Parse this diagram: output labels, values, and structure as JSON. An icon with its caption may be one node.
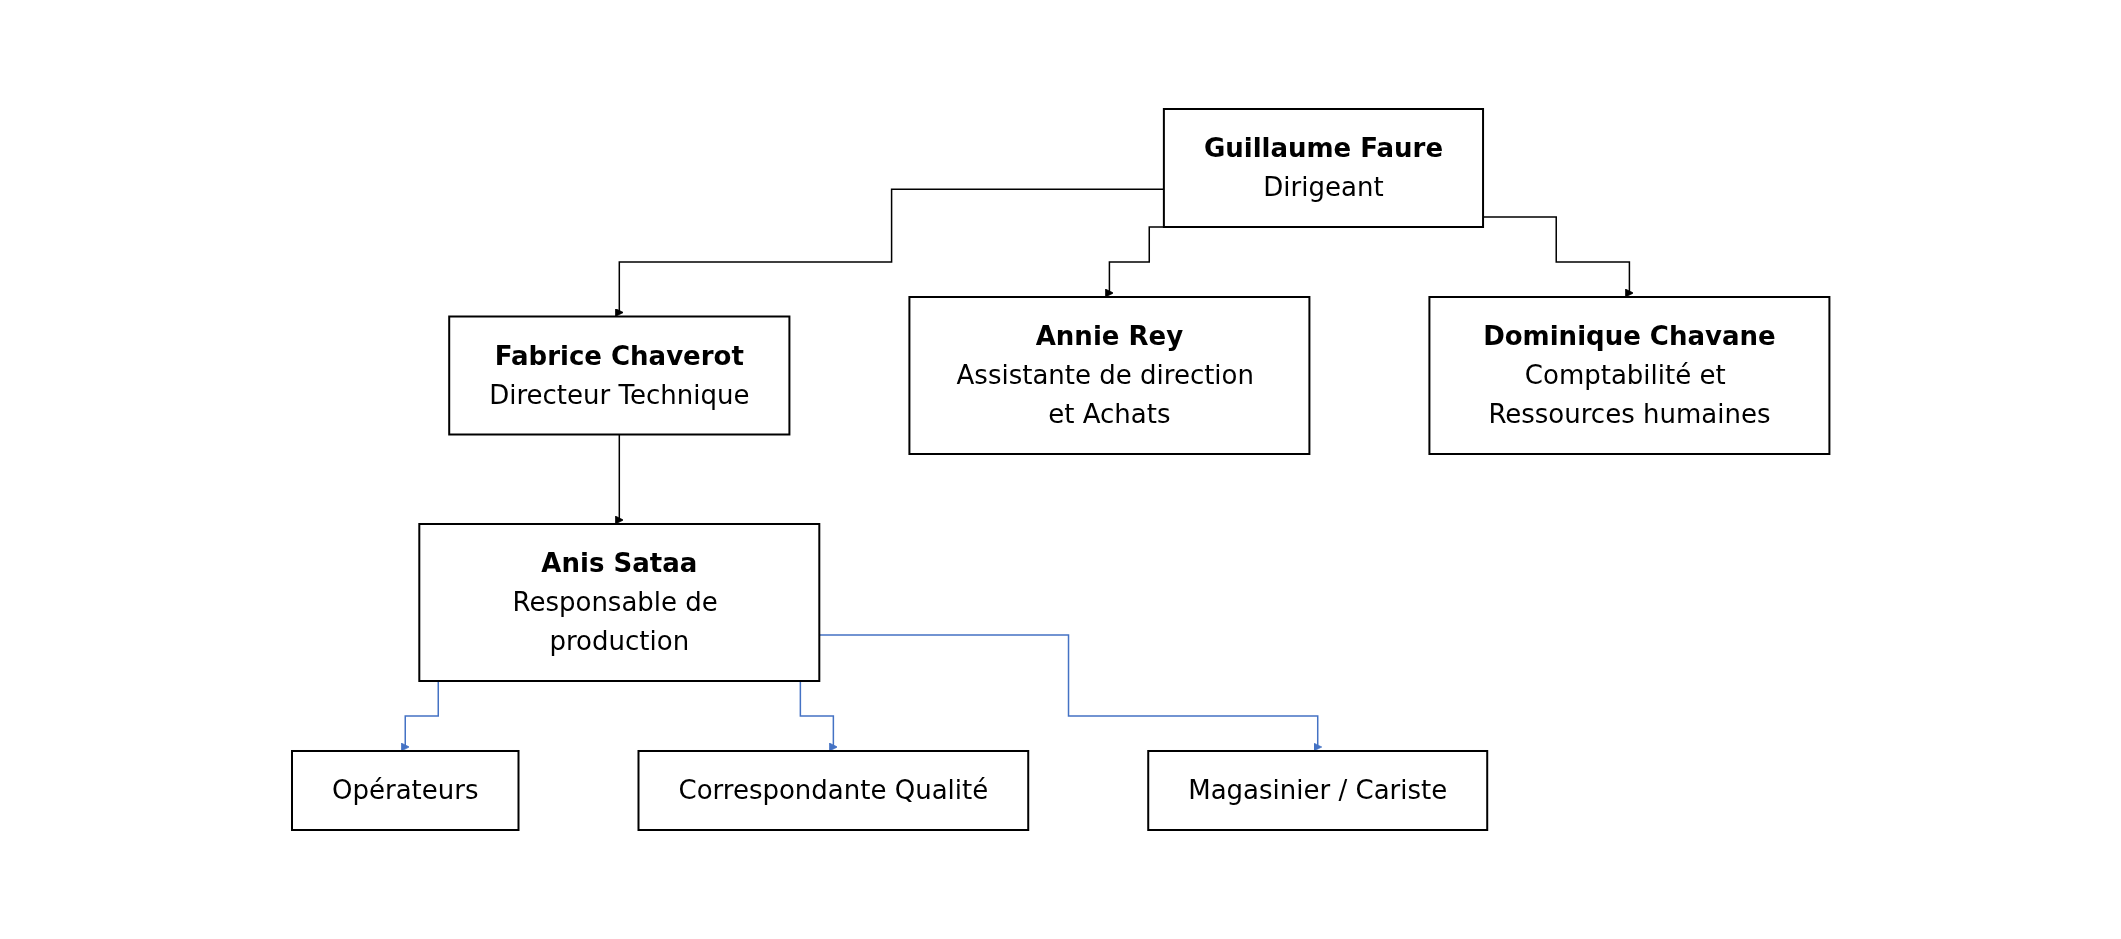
{
  "diagram": {
    "nodes": [
      {
        "text": [
          "Guillaume Faure",
          "Dirigeant"
        ]
      },
      {
        "text": [
          "Fabrice Chaverot",
          "Directeur Technique"
        ]
      },
      {
        "text": [
          "Annie Rey",
          "Assistante de direction et Achats"
        ]
      },
      {
        "text": [
          "Dominique Chavane",
          "Comptabilité et Ressources humaines"
        ]
      },
      {
        "text": [
          "Anis Sataa",
          "Responsable de production"
        ]
      },
      {
        "text": [
          "Opérateurs"
        ]
      },
      {
        "text": [
          "Correspondante Qualité"
        ]
      },
      {
        "text": [
          "Magasinier / Cariste"
        ]
      }
    ],
    "edges": [
      {
        "from": 0,
        "to": 1,
        "arrow": "to"
      },
      {
        "from": 0,
        "to": 2,
        "arrow": "to"
      },
      {
        "from": 0,
        "to": 3,
        "arrow": "to"
      },
      {
        "from": 1,
        "to": 4,
        "arrow": "to"
      },
      {
        "from": 4,
        "to": 5,
        "arrow": "to",
        "color": "#4472c4"
      },
      {
        "from": 4,
        "to": 6,
        "arrow": "to",
        "color": "#4472c4"
      },
      {
        "from": 4,
        "to": 7,
        "arrow": "to",
        "color": "#4472c4"
      }
    ]
  }
}
